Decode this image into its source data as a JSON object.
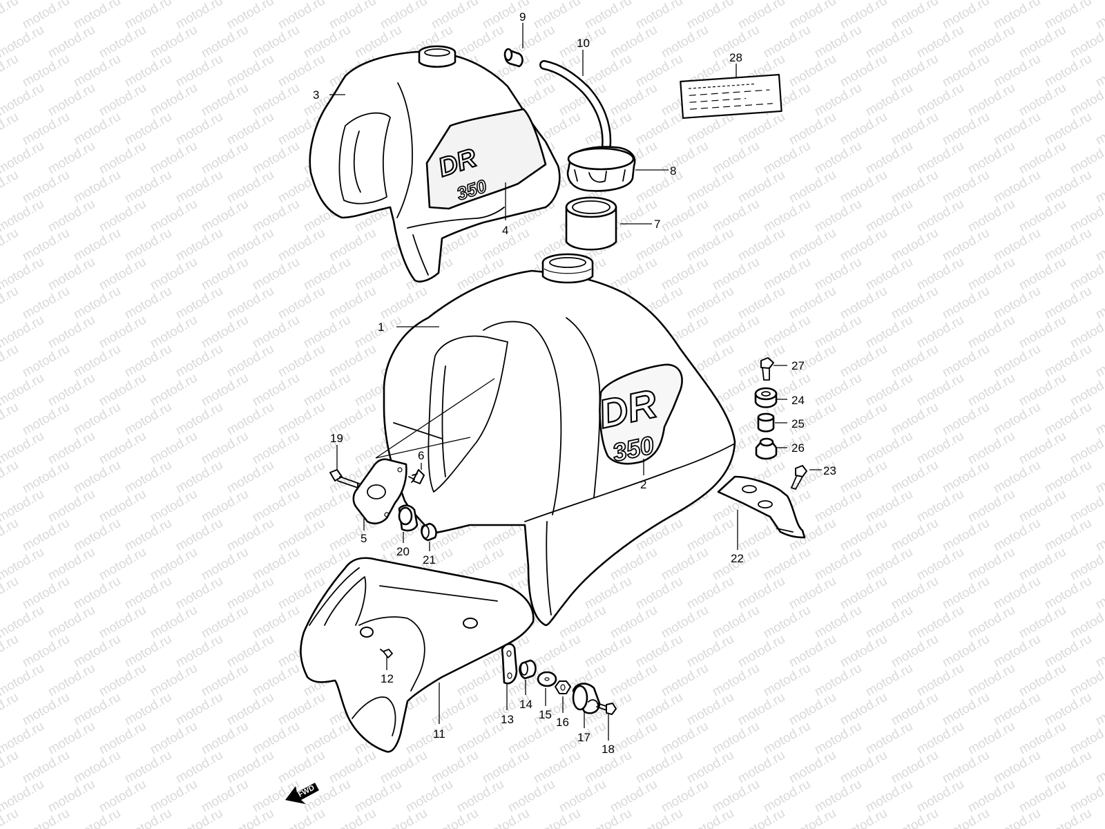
{
  "watermark": "motod.ru",
  "decal": {
    "model_letters": "DR",
    "model_number": "350"
  },
  "forward_marker": "FWD",
  "callouts": [
    "1",
    "2",
    "3",
    "4",
    "5",
    "6",
    "7",
    "8",
    "9",
    "10",
    "11",
    "12",
    "13",
    "14",
    "15",
    "16",
    "17",
    "18",
    "19",
    "20",
    "21",
    "22",
    "23",
    "24",
    "25",
    "26",
    "27",
    "28"
  ]
}
